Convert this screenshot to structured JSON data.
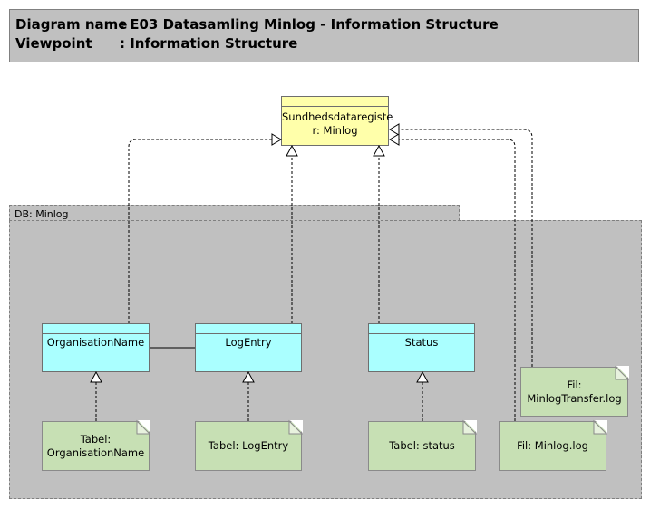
{
  "header": {
    "diagram_name_key": "Diagram name",
    "diagram_name_value": ": E03 Datasamling Minlog - Information Structure",
    "viewpoint_key": "Viewpoint",
    "viewpoint_value": ": Information Structure"
  },
  "target": {
    "label_line1": "Sundhedsdataregiste",
    "label_line2": "r: Minlog"
  },
  "package": {
    "label": "DB: Minlog"
  },
  "classes": {
    "organisation_name": "OrganisationName",
    "log_entry": "LogEntry",
    "status": "Status"
  },
  "notes": {
    "tabel_org_line1": "Tabel:",
    "tabel_org_line2": "OrganisationName",
    "tabel_logentry": "Tabel: LogEntry",
    "tabel_status": "Tabel: status",
    "fil_minlog": "Fil: Minlog.log",
    "fil_transfer_line1": "Fil:",
    "fil_transfer_line2": "MinlogTransfer.log"
  },
  "colors": {
    "header_bg": "#c0c0c0",
    "class_fill": "#aaffff",
    "target_fill": "#ffffaa",
    "note_fill": "#c7e0b4",
    "package_fill": "#c0c0c0"
  }
}
